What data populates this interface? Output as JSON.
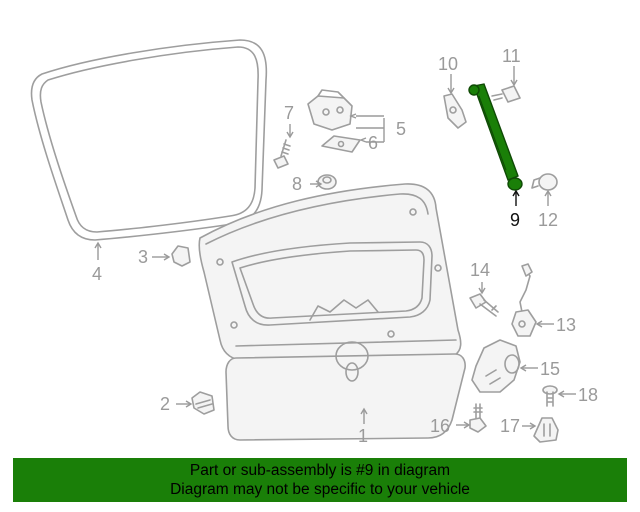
{
  "callouts": {
    "c1": "1",
    "c2": "2",
    "c3": "3",
    "c4": "4",
    "c5": "5",
    "c6": "6",
    "c7": "7",
    "c8": "8",
    "c9": "9",
    "c10": "10",
    "c11": "11",
    "c12": "12",
    "c13": "13",
    "c14": "14",
    "c15": "15",
    "c16": "16",
    "c17": "17",
    "c18": "18"
  },
  "highlighted_part": "9",
  "colors": {
    "highlight": "#1a7f08",
    "part_line": "#9e9e9e",
    "callout_text": "#9a9a9a"
  },
  "banner": {
    "line1": "Part or sub-assembly is #9 in diagram",
    "line2": "Diagram may not be specific to your vehicle"
  }
}
